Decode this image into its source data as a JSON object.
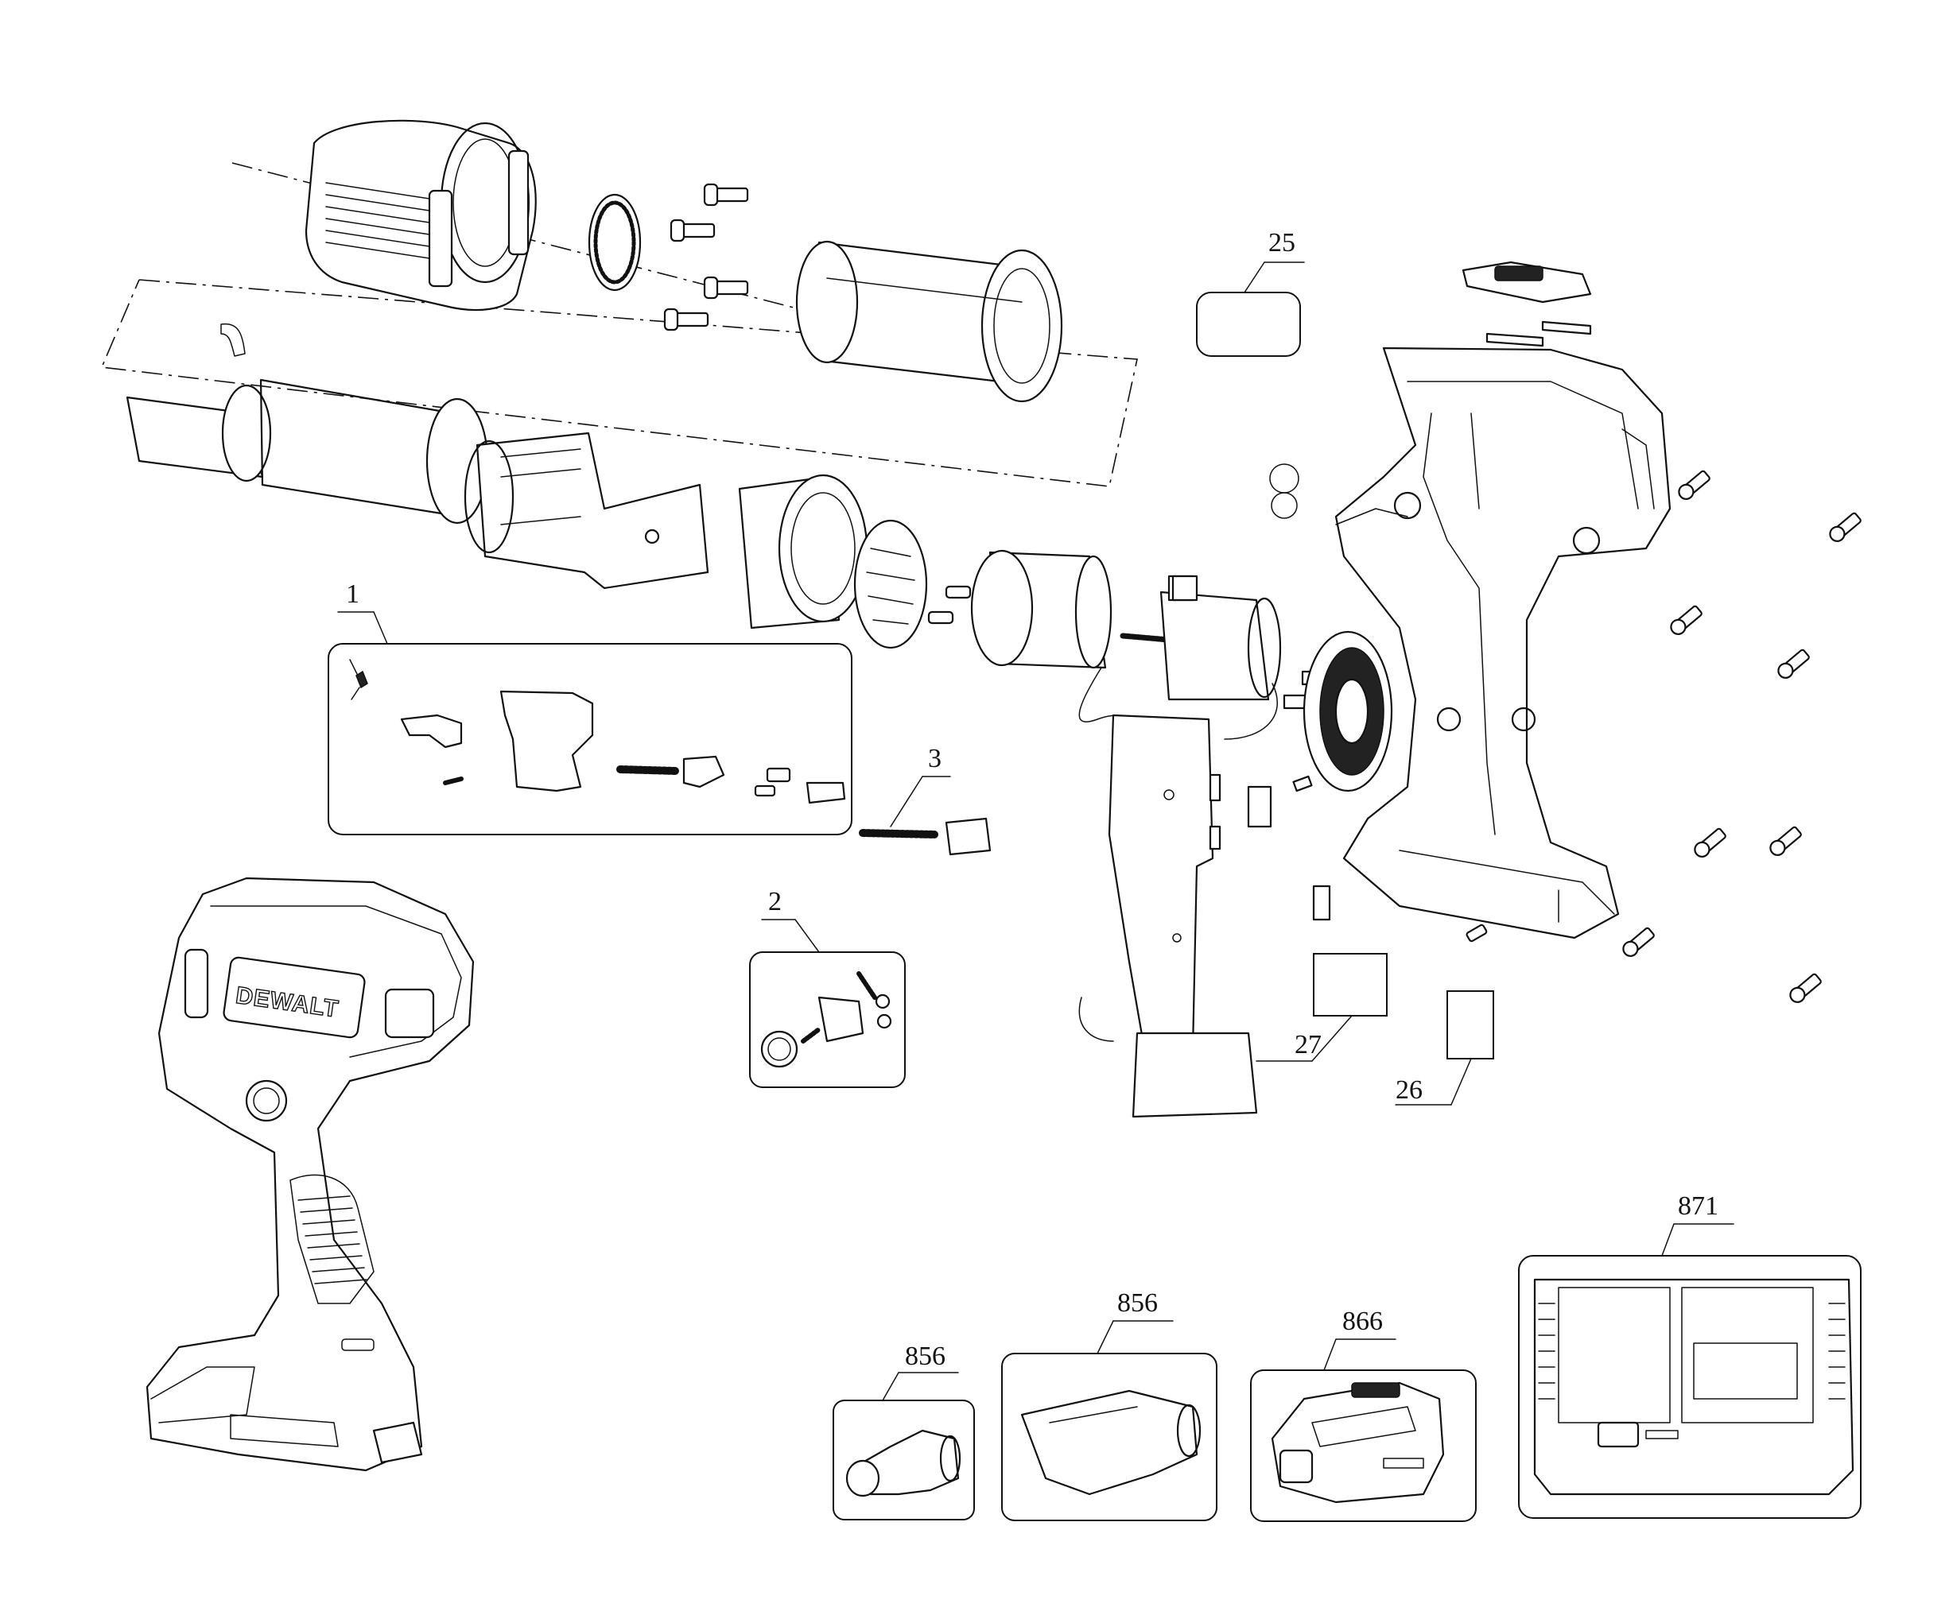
{
  "callouts": {
    "c1": "1",
    "c2": "2",
    "c3": "3",
    "c25": "25",
    "c26": "26",
    "c27": "27",
    "c856a": "856",
    "c856b": "856",
    "c866": "866",
    "c871": "871"
  },
  "brand": {
    "logo_text": "DEWALT"
  }
}
